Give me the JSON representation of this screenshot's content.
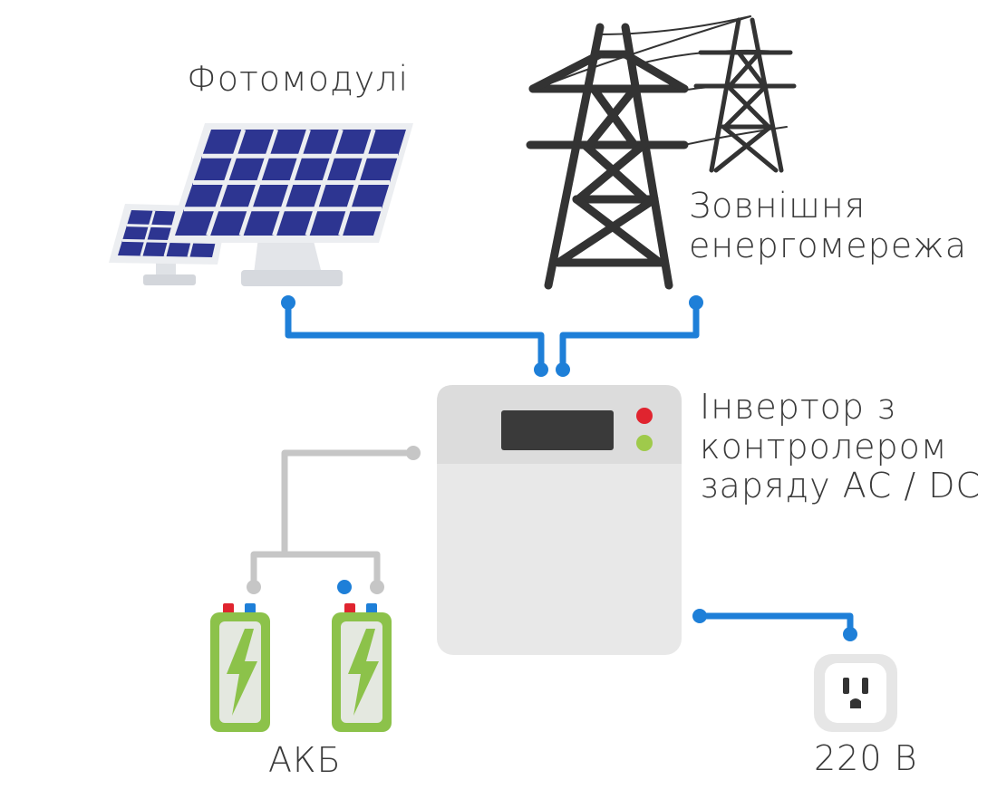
{
  "labels": {
    "solar": "Фотомодулі",
    "grid_line1": "Зовнішня",
    "grid_line2": "енергомережа",
    "inverter_line1": "Інвертор з",
    "inverter_line2": "контролером",
    "inverter_line3": "заряду АС / DC",
    "battery": "АКБ",
    "outlet": "220 В"
  },
  "colors": {
    "wire_power": "#1e7fd8",
    "wire_battery": "#c6c6c6",
    "panel_cell": "#2d3591",
    "panel_frame": "#e9ebef",
    "tower": "#333333",
    "inverter_body": "#e8e8e8",
    "inverter_top": "#dcdcdc",
    "inverter_screen": "#3a3a3a",
    "led_red": "#e0242f",
    "led_green": "#9fca4b",
    "battery_body": "#8cc24a",
    "battery_inner": "#e4e8e0",
    "battery_bolt": "#8cc24a",
    "terminal_red": "#e0242f",
    "terminal_blue": "#1e7fd8",
    "outlet_body": "#eeeeee",
    "outlet_face": "#ffffff",
    "outlet_slots": "#333333"
  },
  "icons": [
    "solar-panel-icon",
    "power-tower-icon",
    "inverter-icon",
    "battery-icon",
    "power-outlet-icon"
  ]
}
